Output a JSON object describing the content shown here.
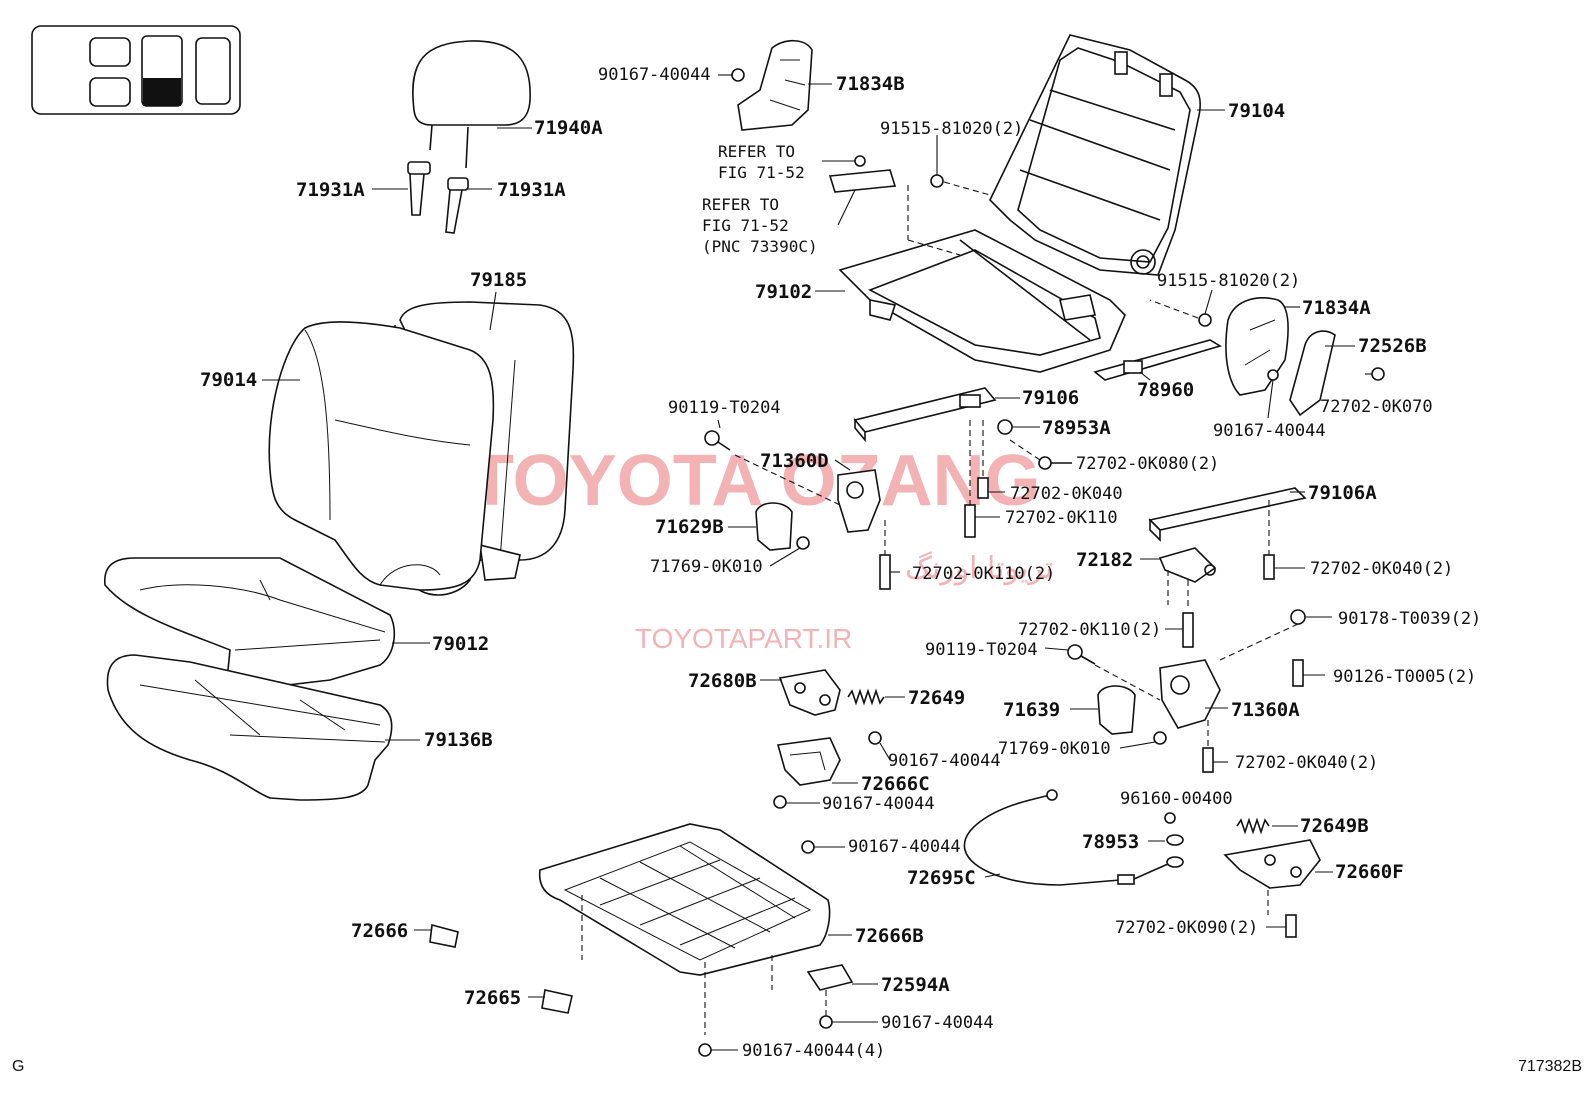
{
  "watermark": {
    "latin": "TOYOTA OZANG",
    "persian": "تریوتا اورنگ",
    "url": "TOYOTAPART.IR"
  },
  "corner": {
    "left": "G",
    "right": "717382B"
  },
  "refs": {
    "r1_line1": "REFER TO",
    "r1_line2": "FIG 71-52",
    "r2_line1": "REFER TO",
    "r2_line2": "FIG 71-52",
    "r2_line3": "(PNC 73390C)"
  },
  "labels": {
    "p71940A": "71940A",
    "p71931A_l": "71931A",
    "p71931A_r": "71931A",
    "p79185": "79185",
    "p79014": "79014",
    "p79012": "79012",
    "p79136B": "79136B",
    "p90167_top": "90167-40044",
    "p71834B": "71834B",
    "p79104": "79104",
    "p91515_a": "91515-81020(2)",
    "p79102": "79102",
    "p91515_b": "91515-81020(2)",
    "p71834A": "71834A",
    "p72526B": "72526B",
    "p78960": "78960",
    "p72702_0K070": "72702-0K070",
    "p90167_r": "90167-40044",
    "p90119_a": "90119-T0204",
    "p79106": "79106",
    "p78953A": "78953A",
    "p71360D": "71360D",
    "p72702_0K080": "72702-0K080(2)",
    "p72702_0K040_a": "72702-0K040",
    "p72702_0K110_a": "72702-0K110",
    "p71629B": "71629B",
    "p71769_a": "71769-0K010",
    "p72702_0K110_2": "72702-0K110(2)",
    "p79106A": "79106A",
    "p72182": "72182",
    "p72702_0K040_2a": "72702-0K040(2)",
    "p72702_0K110_2b": "72702-0K110(2)",
    "p90178": "90178-T0039(2)",
    "p90119_b": "90119-T0204",
    "p90126": "90126-T0005(2)",
    "p72680B": "72680B",
    "p72649": "72649",
    "p71639": "71639",
    "p71360A": "71360A",
    "p71769_b": "71769-0K010",
    "p90167_m1": "90167-40044",
    "p72666C": "72666C",
    "p72702_0K040_2b": "72702-0K040(2)",
    "p90167_m2": "90167-40044",
    "p96160": "96160-00400",
    "p90167_m3": "90167-40044",
    "p78953": "78953",
    "p72649B": "72649B",
    "p72695C": "72695C",
    "p72660F": "72660F",
    "p72666": "72666",
    "p72666B": "72666B",
    "p72702_0K090": "72702-0K090(2)",
    "p72594A": "72594A",
    "p72665": "72665",
    "p90167_b1": "90167-40044",
    "p90167_b4": "90167-40044(4)"
  }
}
